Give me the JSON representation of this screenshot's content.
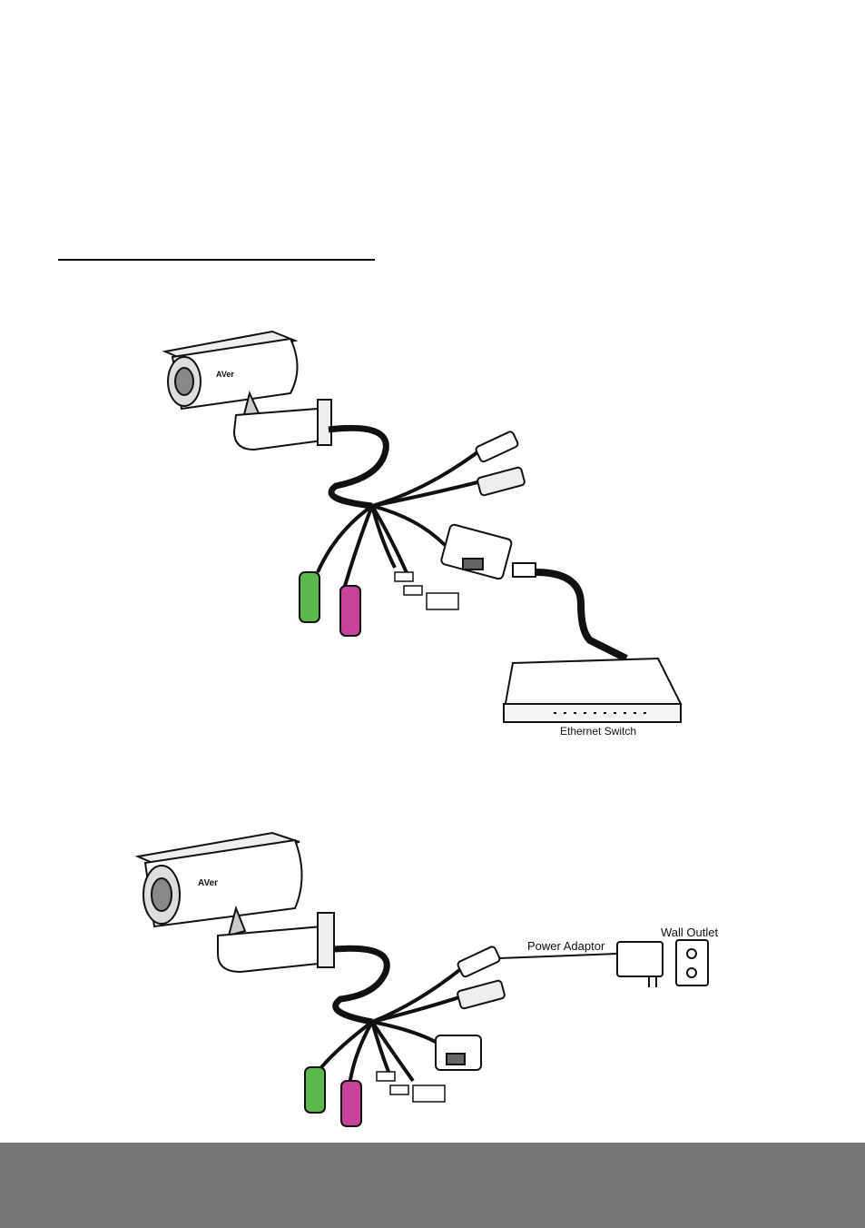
{
  "figure1": {
    "switch_label": "Ethernet Switch",
    "camera_brand": "AVer"
  },
  "figure2": {
    "adaptor_label": "Power Adaptor",
    "outlet_label": "Wall Outlet",
    "camera_brand": "AVer"
  },
  "colors": {
    "audio_out_connector": "#5cb84a",
    "audio_in_connector": "#c8429c",
    "footer_bar": "#777777"
  }
}
